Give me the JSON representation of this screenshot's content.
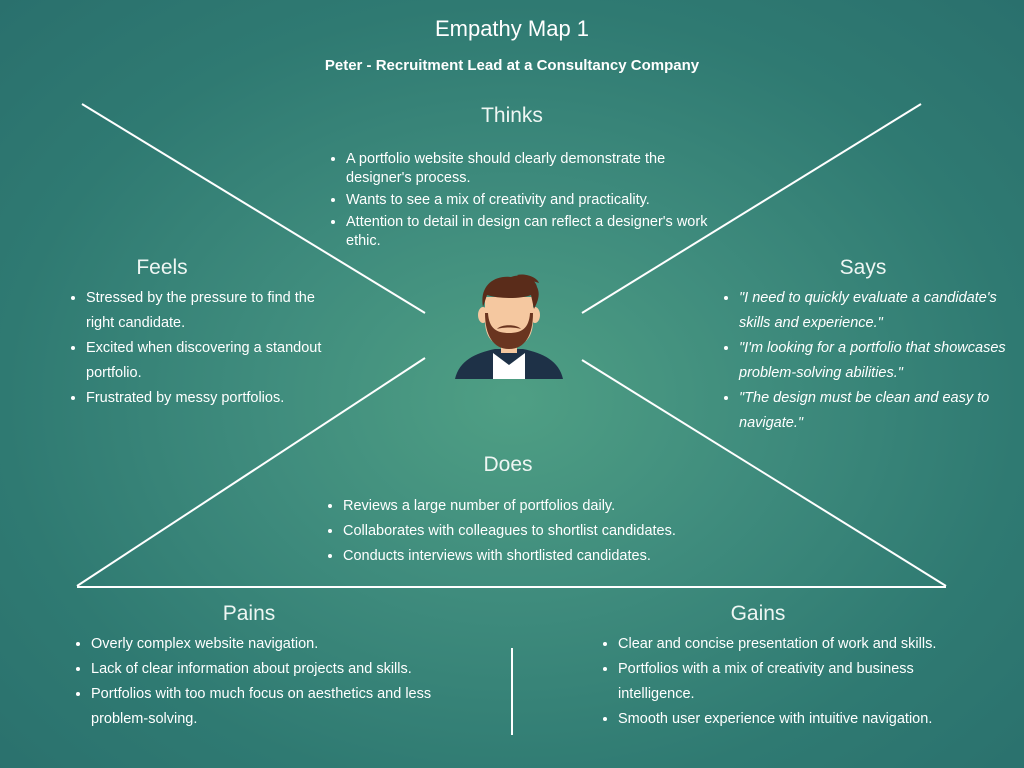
{
  "title": "Empathy Map 1",
  "subtitle": "Peter - Recruitment Lead at a Consultancy Company",
  "colors": {
    "background": "#3f8c7d",
    "lines": "#ffffff",
    "jacket": "#1e3147",
    "hair": "#5a2c1a",
    "skin": "#f5c8a0",
    "beard": "#6a3520"
  },
  "icons": {
    "persona": "man-with-beard-avatar-icon"
  },
  "thinks": {
    "heading": "Thinks",
    "items": [
      "A portfolio website should clearly demonstrate the designer's process.",
      "Wants to see a mix of creativity and practicality.",
      "Attention to detail in design can reflect a designer's work ethic."
    ]
  },
  "feels": {
    "heading": "Feels",
    "items": [
      "Stressed by the pressure to find the right candidate.",
      "Excited when discovering a standout portfolio.",
      "Frustrated by messy portfolios."
    ]
  },
  "says": {
    "heading": "Says",
    "items": [
      "\"I need to quickly evaluate a candidate's skills and experience.\"",
      "\"I'm looking for a portfolio that showcases problem-solving abilities.\"",
      "\"The design must be clean and easy to navigate.\""
    ]
  },
  "does": {
    "heading": "Does",
    "items": [
      "Reviews a large number of portfolios daily.",
      "Collaborates with colleagues to shortlist candidates.",
      "Conducts interviews with shortlisted candidates."
    ]
  },
  "pains": {
    "heading": "Pains",
    "items": [
      "Overly complex website navigation.",
      "Lack of clear information about projects and skills.",
      "Portfolios with too much focus on aesthetics and less problem-solving."
    ]
  },
  "gains": {
    "heading": "Gains",
    "items": [
      "Clear and concise presentation of work and skills.",
      "Portfolios with a mix of creativity and business intelligence.",
      "Smooth user experience with intuitive navigation."
    ]
  }
}
